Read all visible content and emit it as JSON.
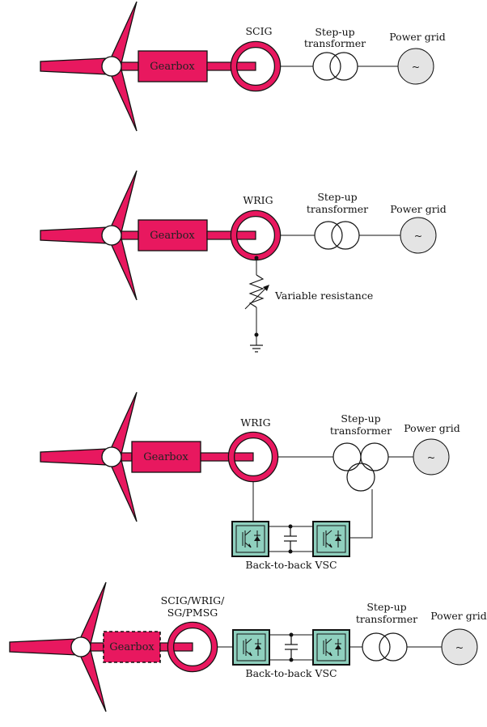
{
  "colors": {
    "turbine": "#E8185F",
    "converter": "#8FD0BE",
    "grid_source": "#E4E4E4",
    "line": "#111111"
  },
  "diagrams": [
    {
      "generator_label": "SCIG",
      "gearbox_label": "Gearbox",
      "transformer_label_line1": "Step-up",
      "transformer_label_line2": "transformer",
      "grid_label": "Power grid",
      "grid_symbol": "~"
    },
    {
      "generator_label": "WRIG",
      "gearbox_label": "Gearbox",
      "transformer_label_line1": "Step-up",
      "transformer_label_line2": "transformer",
      "grid_label": "Power grid",
      "grid_symbol": "~",
      "resistor_label": "Variable resistance"
    },
    {
      "generator_label": "WRIG",
      "gearbox_label": "Gearbox",
      "transformer_label_line1": "Step-up",
      "transformer_label_line2": "transformer",
      "grid_label": "Power grid",
      "grid_symbol": "~",
      "converter_label": "Back-to-back VSC"
    },
    {
      "generator_label_line1": "SCIG/WRIG/",
      "generator_label_line2": "SG/PMSG",
      "gearbox_label": "Gearbox",
      "transformer_label_line1": "Step-up",
      "transformer_label_line2": "transformer",
      "grid_label": "Power grid",
      "grid_symbol": "~",
      "converter_label": "Back-to-back VSC"
    }
  ]
}
